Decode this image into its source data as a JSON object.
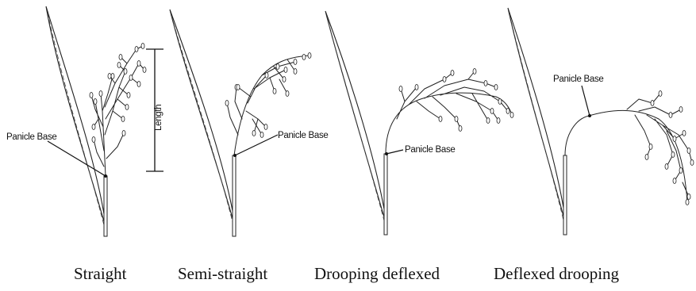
{
  "captions": [
    "Straight",
    "Semi-straight",
    "Drooping deflexed",
    "Deflexed drooping"
  ],
  "annotations": {
    "panicle_base": "Panicle Base",
    "length": "Length"
  }
}
